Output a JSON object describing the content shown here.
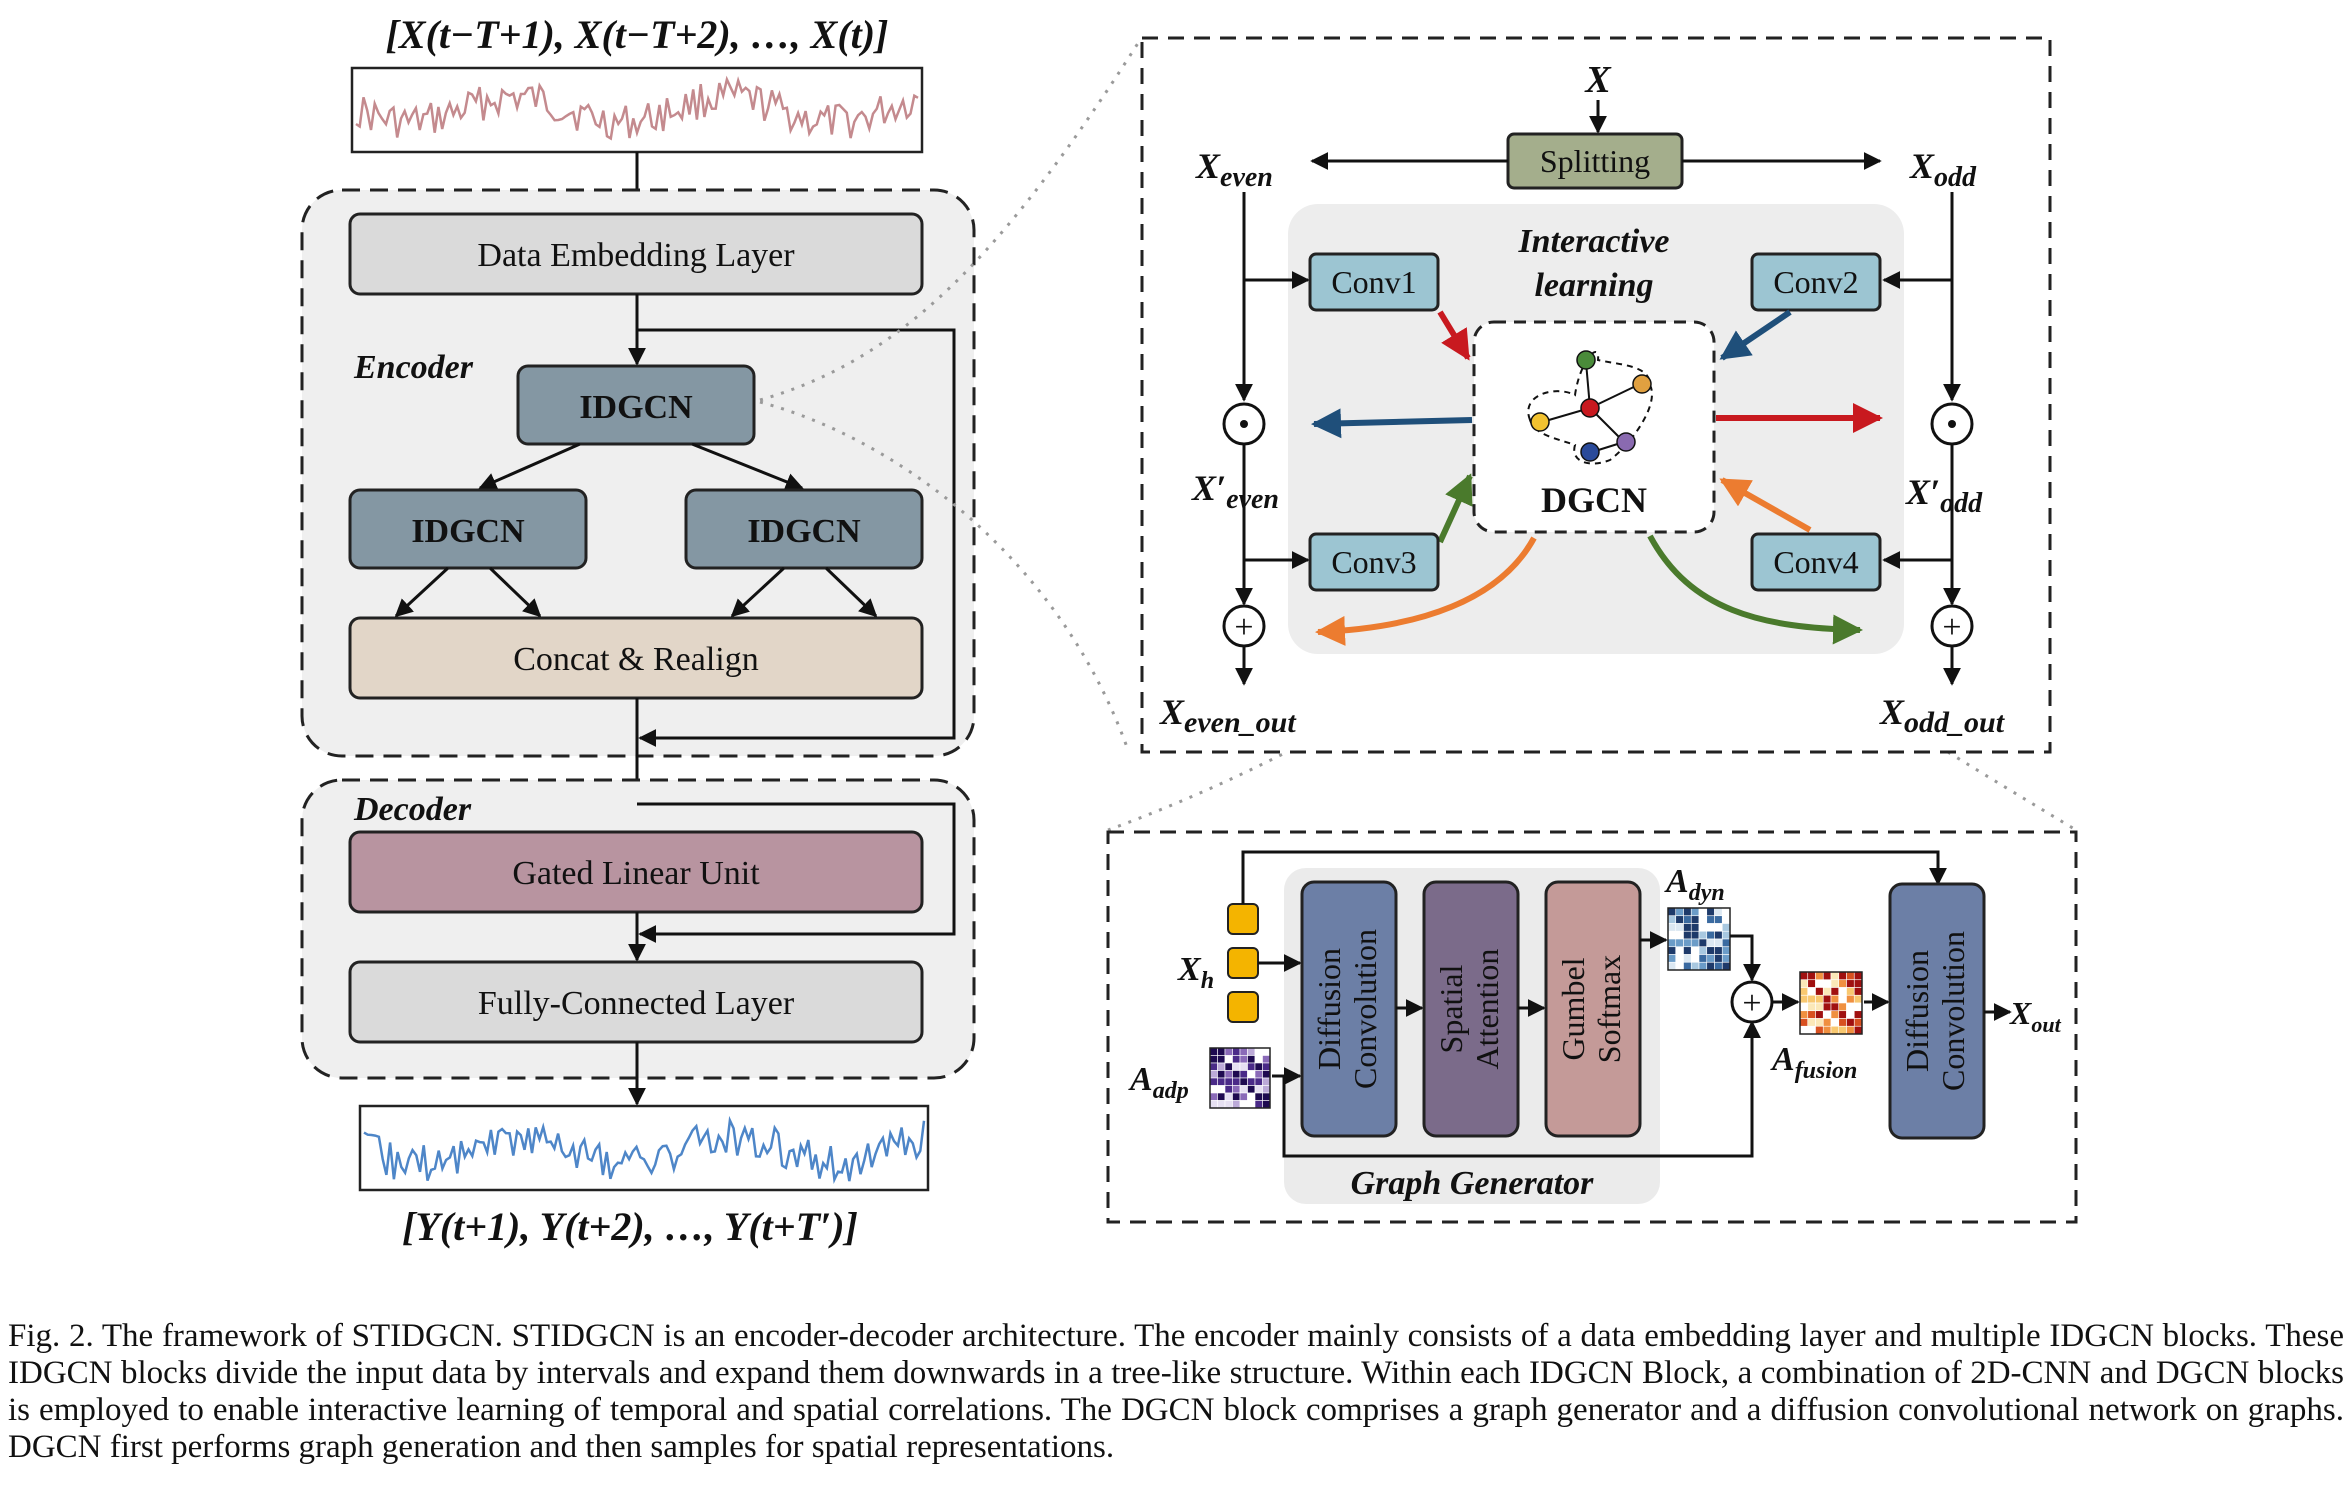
{
  "left": {
    "input_label": "[X(t−T+1), X(t−T+2), …, X(t)]",
    "output_label": "[Y(t+1), Y(t+2), …, Y(t+T′)]",
    "encoder_label": "Encoder",
    "decoder_label": "Decoder",
    "data_embedding": "Data Embedding Layer",
    "idgcn_top": "IDGCN",
    "idgcn_left": "IDGCN",
    "idgcn_right": "IDGCN",
    "concat": "Concat & Realign",
    "glu": "Gated Linear Unit",
    "fc": "Fully-Connected Layer"
  },
  "idgcn_block": {
    "x": "X",
    "splitting": "Splitting",
    "x_even": "Xeven",
    "x_odd": "Xodd",
    "interactive": "Interactive",
    "learning": "learning",
    "conv1": "Conv1",
    "conv2": "Conv2",
    "conv3": "Conv3",
    "conv4": "Conv4",
    "dgcn": "DGCN",
    "odot": "⊙",
    "oplus": "+",
    "x_even_prime": "X′even",
    "x_odd_prime": "X′odd",
    "x_even_out": "Xeven_out",
    "x_odd_out": "Xodd_out"
  },
  "dgcn_block": {
    "x_h": "Xh",
    "a_adp": "Aadp",
    "diffusion_conv_1": "Diffusion Convolution",
    "spatial_attention": "Spatial Attention",
    "gumbel_softmax": "Gumbel Softmax",
    "a_dyn": "Adyn",
    "a_fusion": "Afusion",
    "diffusion_conv_2": "Diffusion Convolution",
    "x_out": "Xout",
    "graph_generator": "Graph Generator"
  },
  "caption": "Fig. 2.  The framework of STIDGCN. STIDGCN is an encoder-decoder architecture. The encoder mainly consists of a data embedding layer and multiple IDGCN blocks. These IDGCN blocks divide the input data by intervals and expand them downwards in a tree-like structure. Within each IDGCN Block, a combination of 2D-CNN and DGCN blocks is employed to enable interactive learning of temporal and spatial correlations. The DGCN block comprises a graph generator and a diffusion convolutional network on graphs. DGCN first performs graph generation and then samples for spatial representations.",
  "colors": {
    "gray_block": "#dadada",
    "idgcn": "#8497a3",
    "concat": "#e2d6c8",
    "glu": "#b894a0",
    "conv": "#9cc5d2",
    "splitting": "#a4ae8c",
    "diffusion": "#6c7fa6",
    "spatial": "#7b6b8a",
    "gumbel": "#c49a98",
    "panel_bg": "#ededed",
    "input_series": "#c48a8e",
    "output_series": "#4e86c8"
  }
}
